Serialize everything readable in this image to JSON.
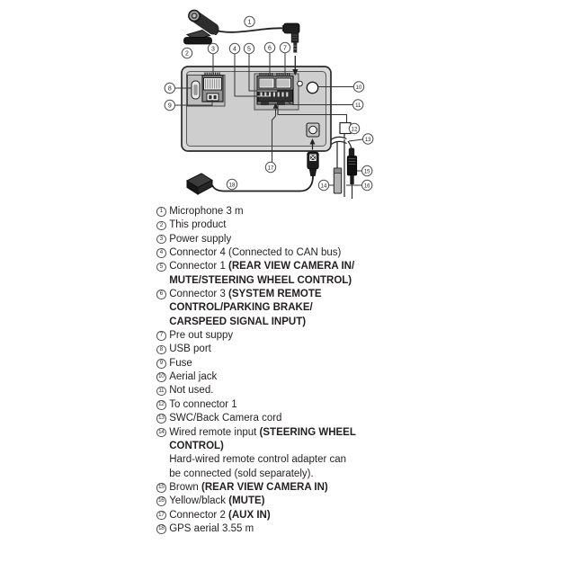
{
  "colors": {
    "text": "#231f20",
    "line": "#333333",
    "unit_fill": "#d9d9d9"
  },
  "diagram": {
    "callouts": [
      "1",
      "2",
      "3",
      "4",
      "5",
      "6",
      "7",
      "8",
      "9",
      "10",
      "11",
      "12",
      "13",
      "14",
      "15",
      "16",
      "17",
      "18"
    ]
  },
  "legend": {
    "items": [
      {
        "num": "1",
        "lines": [
          [
            {
              "t": "Microphone 3 m"
            }
          ]
        ]
      },
      {
        "num": "2",
        "lines": [
          [
            {
              "t": "This product"
            }
          ]
        ]
      },
      {
        "num": "3",
        "lines": [
          [
            {
              "t": "Power supply"
            }
          ]
        ]
      },
      {
        "num": "4",
        "lines": [
          [
            {
              "t": "Connector 4 (Connected to CAN bus)"
            }
          ]
        ]
      },
      {
        "num": "5",
        "lines": [
          [
            {
              "t": "Connector 1 "
            },
            {
              "t": "(REAR VIEW CAMERA IN/",
              "b": true
            }
          ],
          [
            {
              "t": "MUTE/STEERING WHEEL CONTROL)",
              "b": true
            }
          ]
        ]
      },
      {
        "num": "6",
        "lines": [
          [
            {
              "t": "Connector 3 "
            },
            {
              "t": "(SYSTEM REMOTE",
              "b": true
            }
          ],
          [
            {
              "t": "CONTROL/PARKING BRAKE/",
              "b": true
            }
          ],
          [
            {
              "t": "CARSPEED SIGNAL INPUT)",
              "b": true
            }
          ]
        ]
      },
      {
        "num": "7",
        "lines": [
          [
            {
              "t": "Pre out suppy"
            }
          ]
        ]
      },
      {
        "num": "8",
        "lines": [
          [
            {
              "t": "USB port"
            }
          ]
        ]
      },
      {
        "num": "9",
        "lines": [
          [
            {
              "t": "Fuse"
            }
          ]
        ]
      },
      {
        "num": "10",
        "lines": [
          [
            {
              "t": "Aerial jack"
            }
          ]
        ]
      },
      {
        "num": "11",
        "lines": [
          [
            {
              "t": "Not used."
            }
          ]
        ]
      },
      {
        "num": "12",
        "lines": [
          [
            {
              "t": "To connector 1"
            }
          ]
        ]
      },
      {
        "num": "13",
        "lines": [
          [
            {
              "t": "SWC/Back Camera cord"
            }
          ]
        ]
      },
      {
        "num": "14",
        "lines": [
          [
            {
              "t": "Wired remote input "
            },
            {
              "t": "(STEERING WHEEL",
              "b": true
            }
          ],
          [
            {
              "t": "CONTROL)",
              "b": true
            }
          ],
          [
            {
              "t": "Hard-wired remote control adapter can"
            }
          ],
          [
            {
              "t": "be connected (sold separately)."
            }
          ]
        ]
      },
      {
        "num": "15",
        "lines": [
          [
            {
              "t": "Brown "
            },
            {
              "t": "(REAR VIEW CAMERA IN)",
              "b": true
            }
          ]
        ]
      },
      {
        "num": "16",
        "lines": [
          [
            {
              "t": "Yellow/black "
            },
            {
              "t": "(MUTE)",
              "b": true
            }
          ]
        ]
      },
      {
        "num": "17",
        "lines": [
          [
            {
              "t": "Connector 2 "
            },
            {
              "t": "(AUX IN)",
              "b": true
            }
          ]
        ]
      },
      {
        "num": "18",
        "lines": [
          [
            {
              "t": "GPS aerial 3.55 m"
            }
          ]
        ]
      }
    ]
  }
}
